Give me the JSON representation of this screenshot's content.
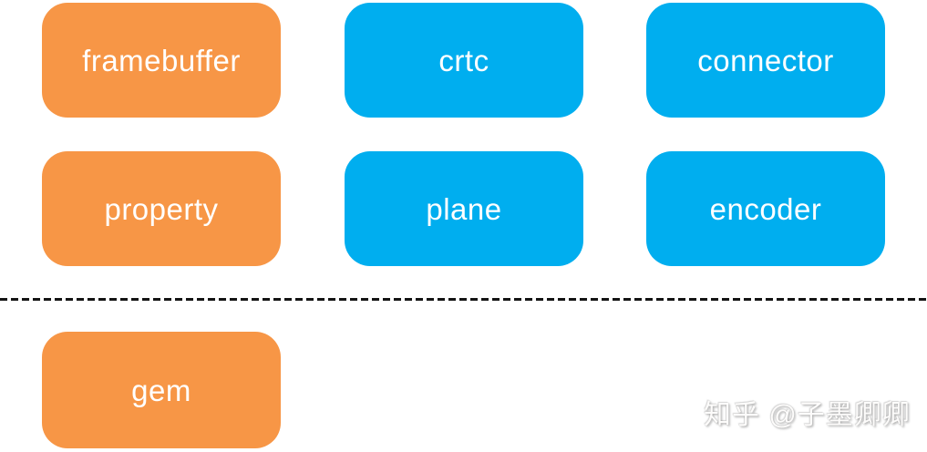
{
  "diagram": {
    "nodes": [
      {
        "id": "framebuffer",
        "label": "framebuffer",
        "color": "#F79646"
      },
      {
        "id": "crtc",
        "label": "crtc",
        "color": "#00AEEF"
      },
      {
        "id": "connector",
        "label": "connector",
        "color": "#00AEEF"
      },
      {
        "id": "property",
        "label": "property",
        "color": "#F79646"
      },
      {
        "id": "plane",
        "label": "plane",
        "color": "#00AEEF"
      },
      {
        "id": "encoder",
        "label": "encoder",
        "color": "#00AEEF"
      },
      {
        "id": "gem",
        "label": "gem",
        "color": "#F79646"
      }
    ],
    "separator": {
      "style": "dashed",
      "color": "#141414"
    }
  },
  "colors": {
    "orange": "#F79646",
    "blue": "#00AEEF",
    "label_text": "#FFFFFF",
    "background": "#FFFFFF"
  },
  "watermark": {
    "text": "知乎 @子墨卿卿"
  }
}
